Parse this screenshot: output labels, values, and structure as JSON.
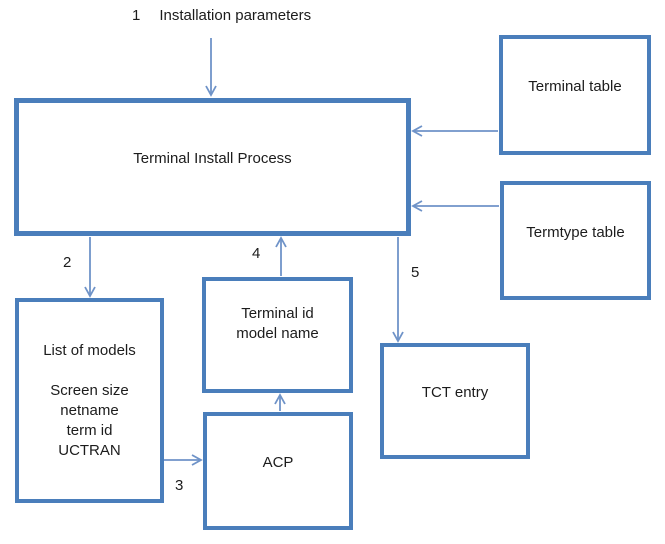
{
  "colors": {
    "box_border": "#4a7ebb",
    "arrow": "#6f93c8",
    "text": "#1c1c1c",
    "background": "#ffffff"
  },
  "caption": {
    "number": "1",
    "text": "Installation parameters"
  },
  "nodes": {
    "terminal_install_process": {
      "label": "Terminal Install Process"
    },
    "terminal_table": {
      "label": "Terminal table"
    },
    "termtype_table": {
      "label": "Termtype table"
    },
    "list_of_models": {
      "lines": [
        "List of models",
        "",
        "Screen size",
        "netname",
        "term id",
        "UCTRAN"
      ]
    },
    "terminal_id_model_name": {
      "lines": [
        "Terminal id",
        "model name"
      ]
    },
    "acp": {
      "label": "ACP"
    },
    "tct_entry": {
      "label": "TCT entry"
    }
  },
  "arrow_labels": {
    "step2": "2",
    "step3": "3",
    "step4": "4",
    "step5": "5"
  }
}
